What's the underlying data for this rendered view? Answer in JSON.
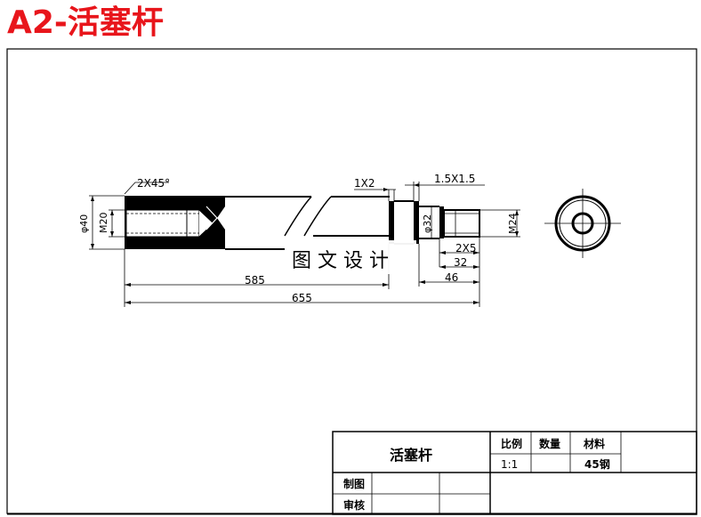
{
  "title": "A2-活塞杆",
  "dimensions": {
    "chamfer": "2X45°",
    "diameter_40": "φ40",
    "thread_m20": "M20",
    "groove_1x2": "1X2",
    "groove_15x15": "1.5X1.5",
    "diameter_32": "φ32",
    "thread_m24": "M24",
    "groove_2x5": "2X5",
    "len_32": "32",
    "len_46": "46",
    "len_585": "585",
    "len_655": "655"
  },
  "watermark": "图 文 设 计",
  "title_block": {
    "part_name": "活塞杆",
    "scale_label": "比例",
    "quantity_label": "数量",
    "material_label": "材料",
    "scale_value": "1:1",
    "quantity_value": "",
    "material_value": "45钢",
    "drawn_label": "制图",
    "checked_label": "审核"
  },
  "colors": {
    "title": "#e8151b",
    "line": "#000000",
    "watermark_bg": "#ffffff"
  }
}
